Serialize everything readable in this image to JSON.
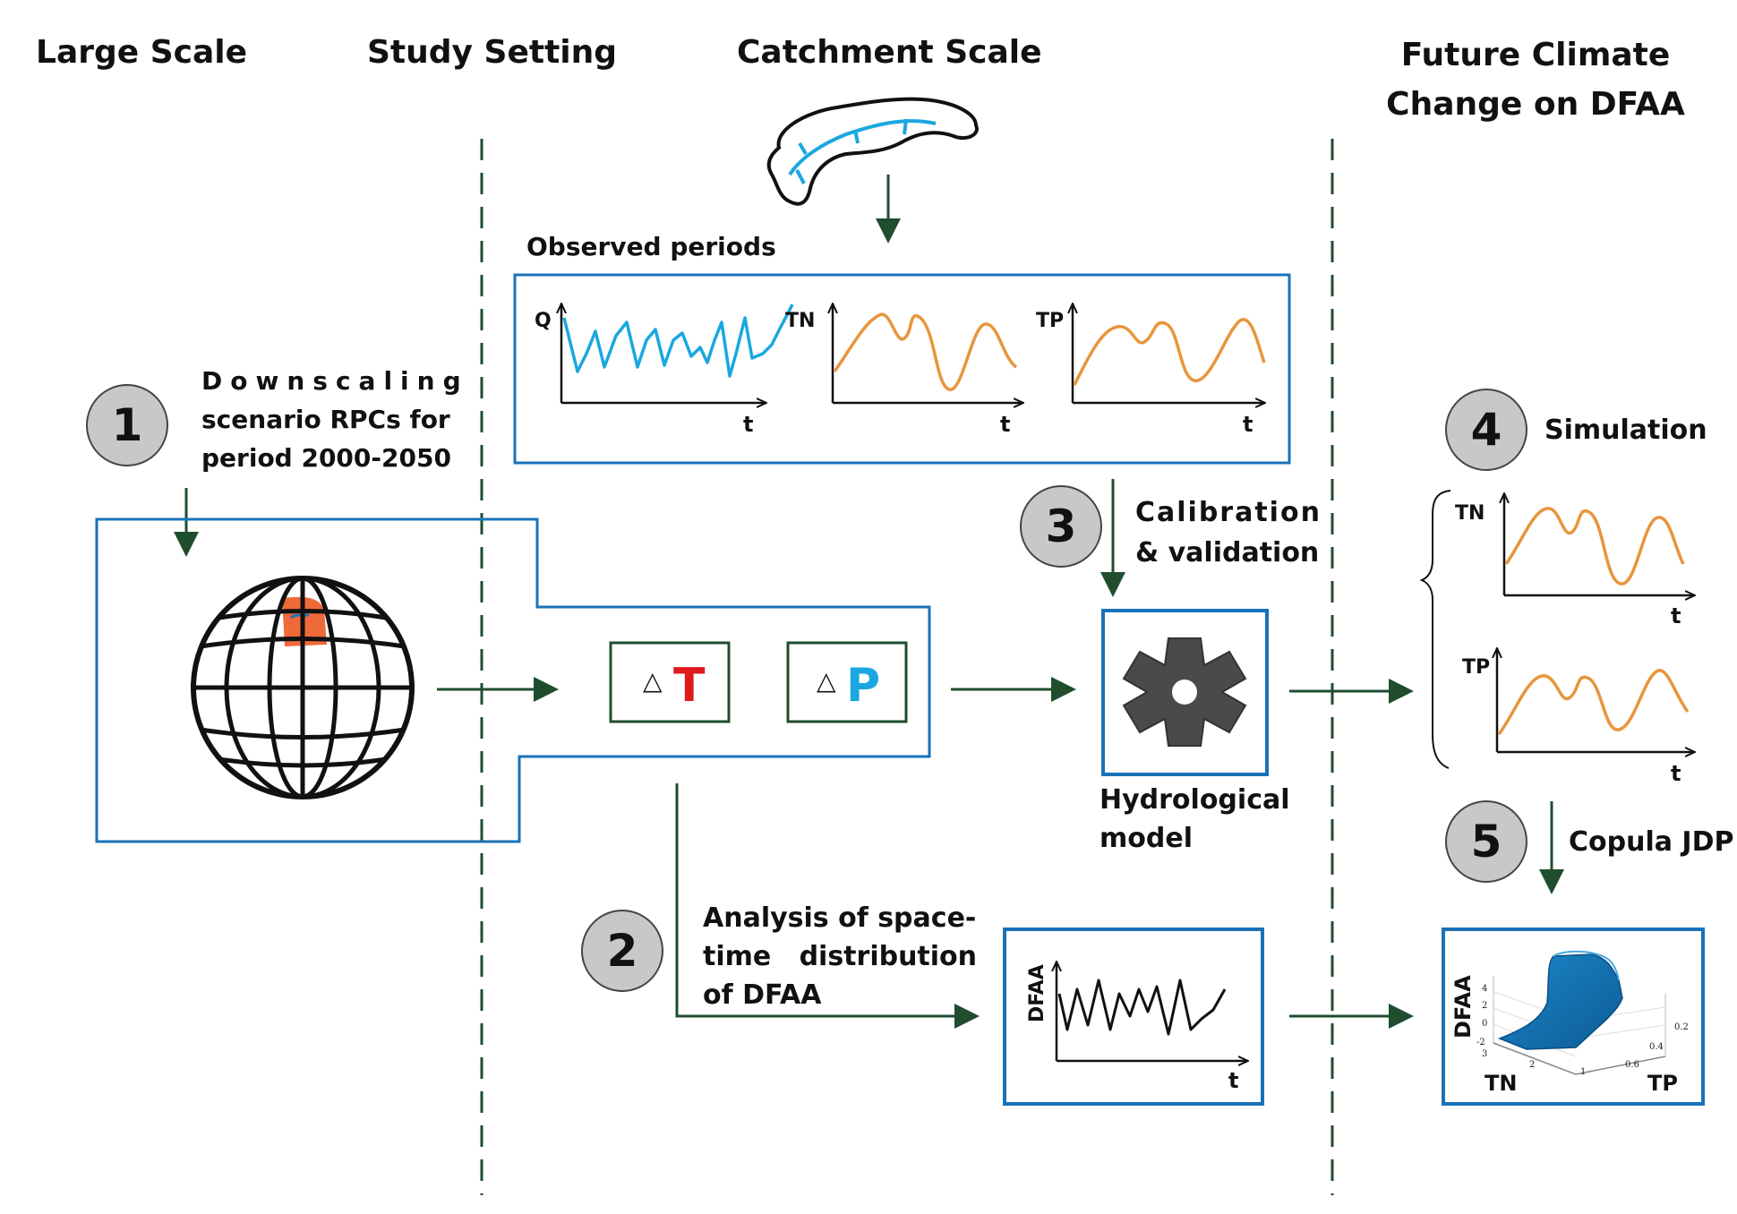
{
  "columns": {
    "large_scale": "Large Scale",
    "study_setting": "Study Setting",
    "catchment_scale": "Catchment Scale",
    "future_line1": "Future Climate",
    "future_line2": "Change on DFAA"
  },
  "observed": {
    "title": "Observed periods",
    "q": "Q",
    "tn": "TN",
    "tp": "TP",
    "t": "t"
  },
  "steps": {
    "s1": "1",
    "s2": "2",
    "s3": "3",
    "s4": "4",
    "s5": "5"
  },
  "downscaling": {
    "line1": "Downscaling",
    "line2": "scenario RPCs for",
    "line3": "period 2000-2050"
  },
  "deltas": {
    "delta": "△",
    "t": "T",
    "p": "P"
  },
  "calibration": {
    "line1": "Calibration",
    "line2": "& validation"
  },
  "hydro": {
    "line1": "Hydrological",
    "line2": "model"
  },
  "analysis": {
    "line1": "Analysis of space-",
    "line2": "time   distribution",
    "line3": "of DFAA"
  },
  "dfaa_plot": {
    "ylabel": "DFAA",
    "t": "t"
  },
  "simulation": {
    "label": "Simulation",
    "tn": "TN",
    "tp": "TP",
    "t": "t"
  },
  "copula": {
    "label": "Copula JDP",
    "zlabel": "DFAA",
    "xlabel": "TN",
    "ylabel": "TP",
    "zticks": [
      "4",
      "2",
      "0",
      "-2"
    ],
    "xticks": [
      "3",
      "2",
      "1"
    ],
    "yticks": [
      "0.2",
      "0.4",
      "0.6"
    ]
  },
  "colors": {
    "box_blue": "#1a72b8",
    "arrow_green": "#1f4d2e",
    "orange": "#e8953c",
    "cyan": "#1aa7e0",
    "red": "#e0191f",
    "gear": "#4a4a4a",
    "circle": "#c8c8c8",
    "globe_region": "#ef6a3a"
  }
}
